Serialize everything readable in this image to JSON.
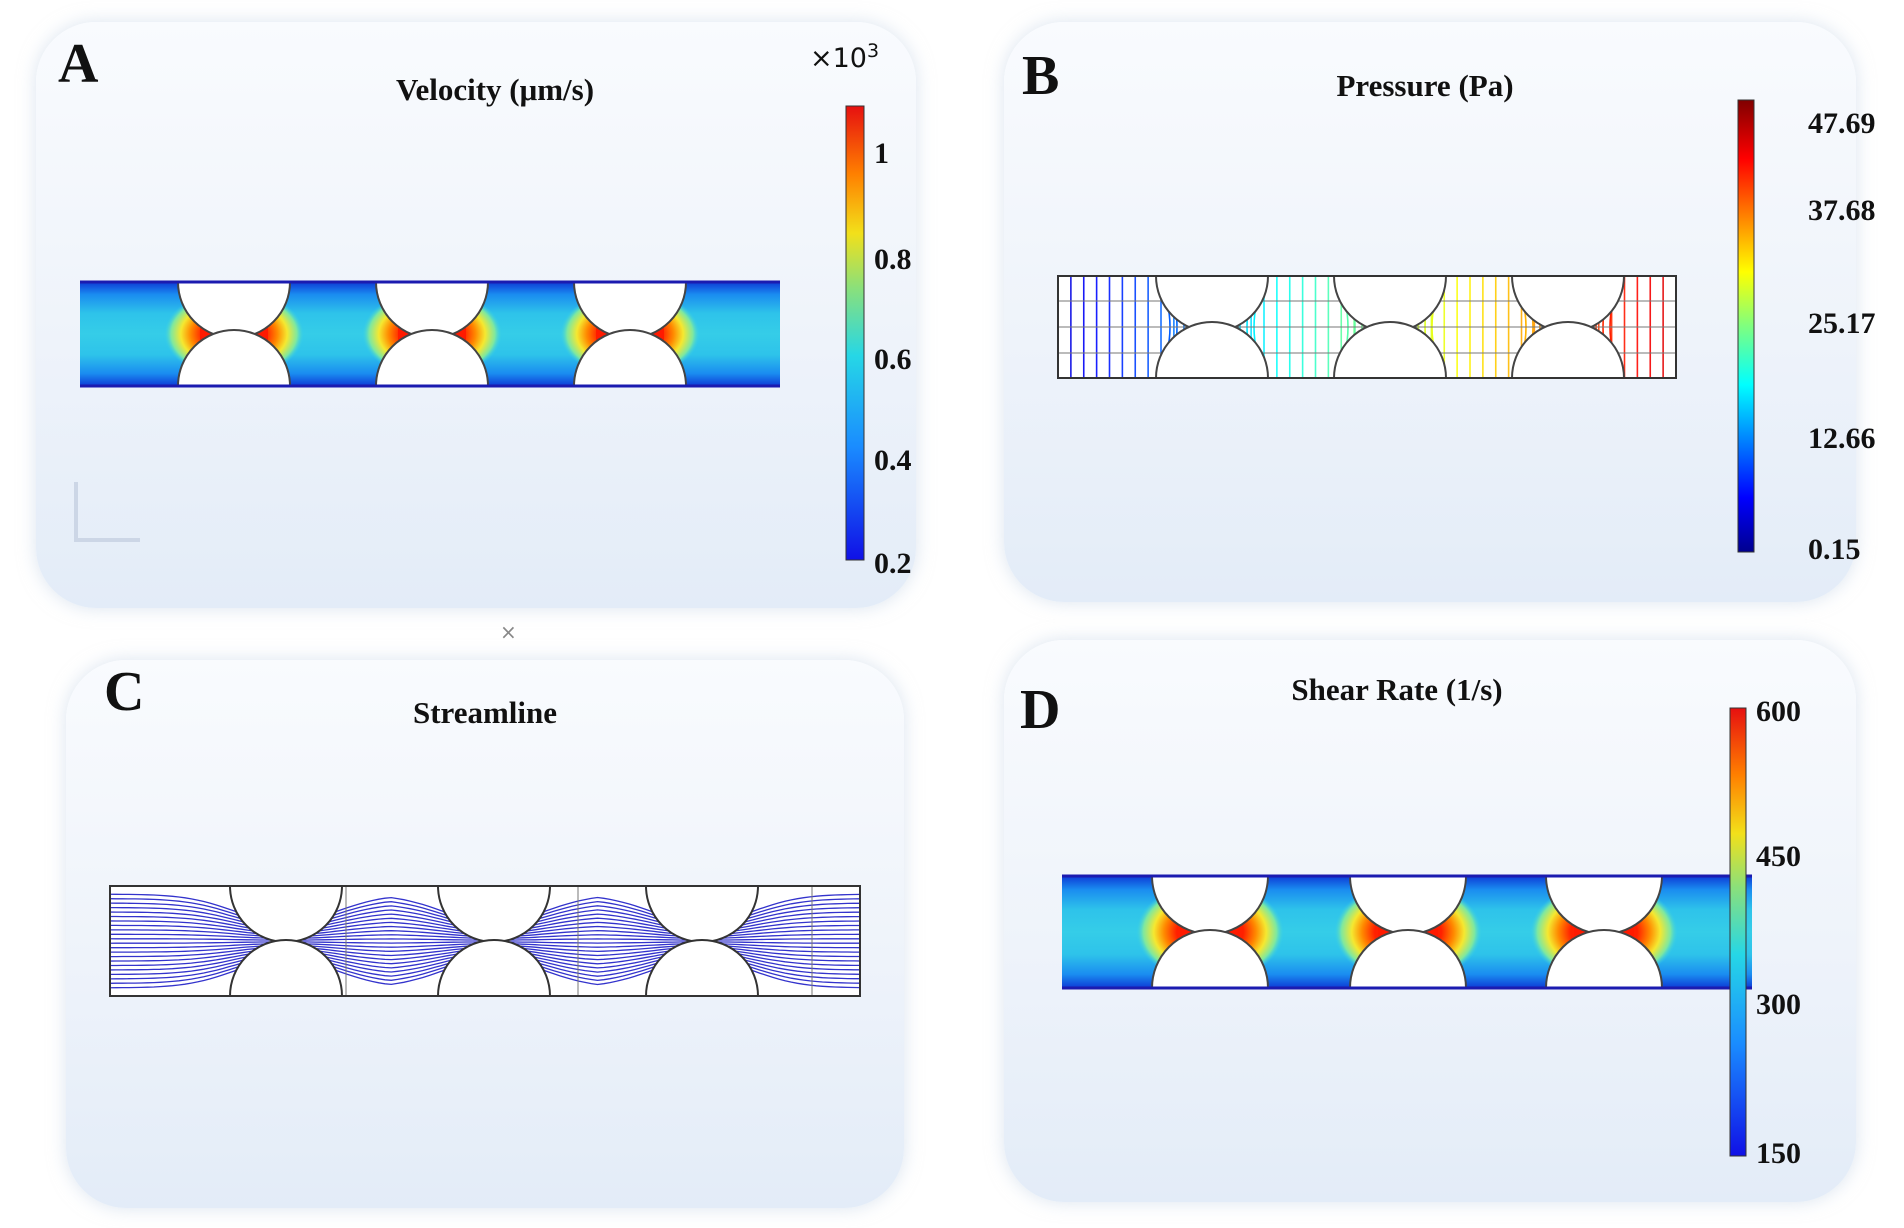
{
  "panels": {
    "a": {
      "letter": "A",
      "title": "Velocity (μm/s)",
      "colorbar": {
        "multiplier": "×10",
        "multiplier_exponent": "3",
        "ticks": [
          "1",
          "0.8",
          "0.6",
          "0.4",
          "0.2"
        ],
        "colormap": "jet"
      }
    },
    "b": {
      "letter": "B",
      "title": "Pressure (Pa)",
      "colorbar": {
        "ticks": [
          "47.69",
          "37.68",
          "25.17",
          "12.66",
          "0.15"
        ],
        "colormap": "jet"
      }
    },
    "c": {
      "letter": "C",
      "title": "Streamline",
      "line_color": "#3333cc"
    },
    "d": {
      "letter": "D",
      "title": "Shear Rate (1/s)",
      "colorbar": {
        "ticks": [
          "600",
          "450",
          "300",
          "150"
        ],
        "colormap": "jet"
      }
    }
  },
  "stray_mark": "×"
}
